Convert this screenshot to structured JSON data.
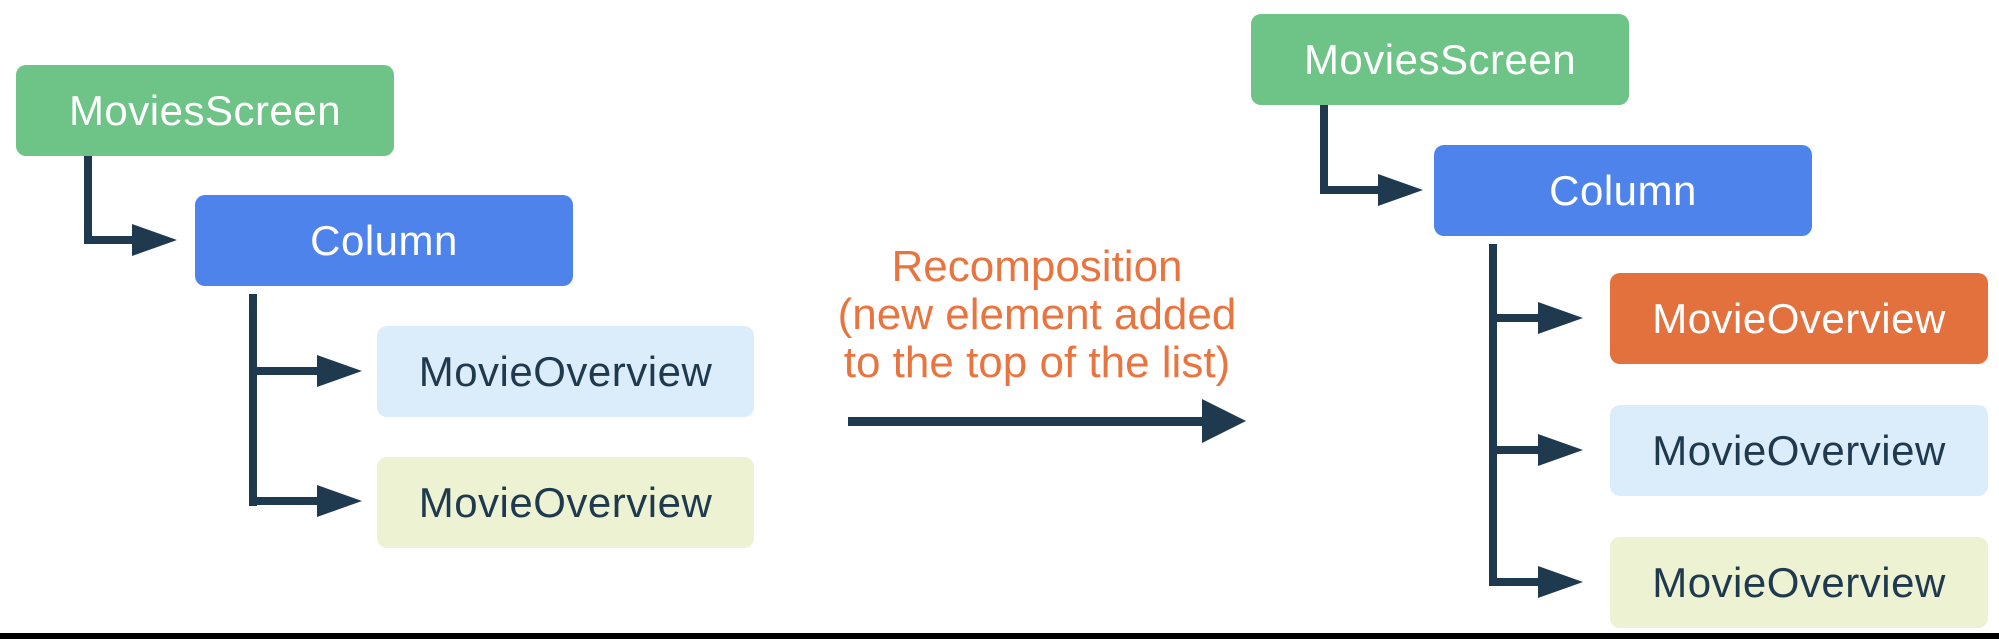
{
  "diagram": {
    "annotation": {
      "lines": [
        "Recomposition",
        "(new element added",
        "to the top of the list)"
      ],
      "text_color": "#E8743F"
    },
    "left_tree": {
      "nodes": [
        {
          "label": "MoviesScreen",
          "color": "#6DC486"
        },
        {
          "label": "Column",
          "color": "#4E83EB"
        },
        {
          "label": "MovieOverview",
          "color": "#DBEDFB"
        },
        {
          "label": "MovieOverview",
          "color": "#ECF2D2"
        }
      ]
    },
    "right_tree": {
      "nodes": [
        {
          "label": "MoviesScreen",
          "color": "#6DC486"
        },
        {
          "label": "Column",
          "color": "#4E83EB"
        },
        {
          "label": "MovieOverview",
          "color": "#E2713D"
        },
        {
          "label": "MovieOverview",
          "color": "#DBEDFB"
        },
        {
          "label": "MovieOverview",
          "color": "#ECF2D2"
        }
      ]
    },
    "connector_color": "#1F3A4E"
  }
}
